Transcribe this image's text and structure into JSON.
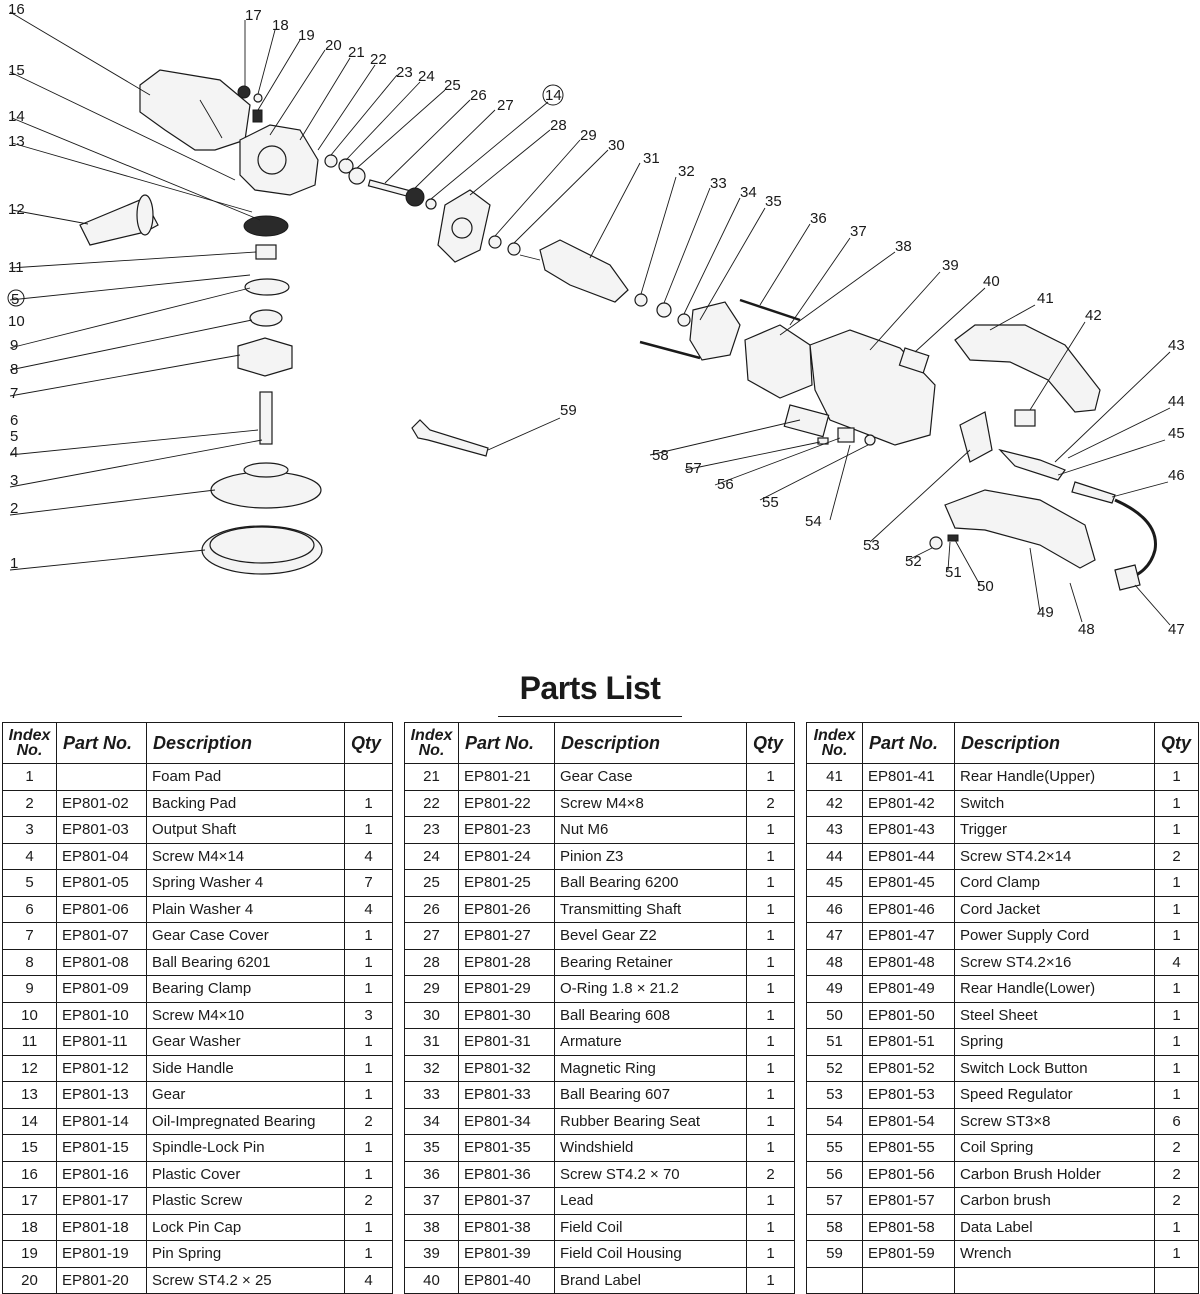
{
  "diagram": {
    "callouts": [
      "1",
      "2",
      "3",
      "4",
      "5",
      "6",
      "7",
      "8",
      "9",
      "10",
      "11",
      "12",
      "13",
      "14",
      "15",
      "16",
      "17",
      "18",
      "19",
      "20",
      "21",
      "22",
      "23",
      "24",
      "25",
      "26",
      "27",
      "28",
      "29",
      "30",
      "31",
      "32",
      "33",
      "34",
      "35",
      "36",
      "37",
      "38",
      "39",
      "40",
      "41",
      "42",
      "43",
      "44",
      "45",
      "46",
      "47",
      "48",
      "49",
      "50",
      "51",
      "52",
      "53",
      "54",
      "55",
      "56",
      "57",
      "58",
      "59",
      "5",
      "14"
    ]
  },
  "parts_list": {
    "title": "Parts List",
    "headers": {
      "index": "Index No.",
      "part_no": "Part No.",
      "description": "Description",
      "qty": "Qty"
    },
    "tables": [
      [
        {
          "index": "1",
          "part_no": "",
          "description": "Foam Pad",
          "qty": ""
        },
        {
          "index": "2",
          "part_no": "EP801-02",
          "description": "Backing Pad",
          "qty": "1"
        },
        {
          "index": "3",
          "part_no": "EP801-03",
          "description": "Output Shaft",
          "qty": "1"
        },
        {
          "index": "4",
          "part_no": "EP801-04",
          "description": "Screw M4×14",
          "qty": "4"
        },
        {
          "index": "5",
          "part_no": "EP801-05",
          "description": "Spring Washer 4",
          "qty": "7"
        },
        {
          "index": "6",
          "part_no": "EP801-06",
          "description": "Plain Washer 4",
          "qty": "4"
        },
        {
          "index": "7",
          "part_no": "EP801-07",
          "description": "Gear Case Cover",
          "qty": "1"
        },
        {
          "index": "8",
          "part_no": "EP801-08",
          "description": "Ball Bearing 6201",
          "qty": "1"
        },
        {
          "index": "9",
          "part_no": "EP801-09",
          "description": "Bearing Clamp",
          "qty": "1"
        },
        {
          "index": "10",
          "part_no": "EP801-10",
          "description": "Screw M4×10",
          "qty": "3"
        },
        {
          "index": "11",
          "part_no": "EP801-11",
          "description": "Gear Washer",
          "qty": "1"
        },
        {
          "index": "12",
          "part_no": "EP801-12",
          "description": "Side Handle",
          "qty": "1"
        },
        {
          "index": "13",
          "part_no": "EP801-13",
          "description": "Gear",
          "qty": "1"
        },
        {
          "index": "14",
          "part_no": "EP801-14",
          "description": "Oil-Impregnated Bearing",
          "qty": "2"
        },
        {
          "index": "15",
          "part_no": "EP801-15",
          "description": "Spindle-Lock Pin",
          "qty": "1"
        },
        {
          "index": "16",
          "part_no": "EP801-16",
          "description": "Plastic Cover",
          "qty": "1"
        },
        {
          "index": "17",
          "part_no": "EP801-17",
          "description": "Plastic Screw",
          "qty": "2"
        },
        {
          "index": "18",
          "part_no": "EP801-18",
          "description": "Lock Pin Cap",
          "qty": "1"
        },
        {
          "index": "19",
          "part_no": "EP801-19",
          "description": "Pin Spring",
          "qty": "1"
        },
        {
          "index": "20",
          "part_no": "EP801-20",
          "description": "Screw ST4.2 × 25",
          "qty": "4"
        }
      ],
      [
        {
          "index": "21",
          "part_no": "EP801-21",
          "description": "Gear Case",
          "qty": "1"
        },
        {
          "index": "22",
          "part_no": "EP801-22",
          "description": "Screw M4×8",
          "qty": "2"
        },
        {
          "index": "23",
          "part_no": "EP801-23",
          "description": "Nut M6",
          "qty": "1"
        },
        {
          "index": "24",
          "part_no": "EP801-24",
          "description": "Pinion Z3",
          "qty": "1"
        },
        {
          "index": "25",
          "part_no": "EP801-25",
          "description": "Ball Bearing 6200",
          "qty": "1"
        },
        {
          "index": "26",
          "part_no": "EP801-26",
          "description": "Transmitting Shaft",
          "qty": "1"
        },
        {
          "index": "27",
          "part_no": "EP801-27",
          "description": "Bevel Gear Z2",
          "qty": "1"
        },
        {
          "index": "28",
          "part_no": "EP801-28",
          "description": "Bearing Retainer",
          "qty": "1"
        },
        {
          "index": "29",
          "part_no": "EP801-29",
          "description": "O-Ring 1.8 × 21.2",
          "qty": "1"
        },
        {
          "index": "30",
          "part_no": "EP801-30",
          "description": "Ball Bearing 608",
          "qty": "1"
        },
        {
          "index": "31",
          "part_no": "EP801-31",
          "description": "Armature",
          "qty": "1"
        },
        {
          "index": "32",
          "part_no": "EP801-32",
          "description": "Magnetic Ring",
          "qty": "1"
        },
        {
          "index": "33",
          "part_no": "EP801-33",
          "description": "Ball Bearing 607",
          "qty": "1"
        },
        {
          "index": "34",
          "part_no": "EP801-34",
          "description": "Rubber Bearing Seat",
          "qty": "1"
        },
        {
          "index": "35",
          "part_no": "EP801-35",
          "description": "Windshield",
          "qty": "1"
        },
        {
          "index": "36",
          "part_no": "EP801-36",
          "description": "Screw ST4.2 × 70",
          "qty": "2"
        },
        {
          "index": "37",
          "part_no": "EP801-37",
          "description": "Lead",
          "qty": "1"
        },
        {
          "index": "38",
          "part_no": "EP801-38",
          "description": "Field Coil",
          "qty": "1"
        },
        {
          "index": "39",
          "part_no": "EP801-39",
          "description": "Field Coil Housing",
          "qty": "1"
        },
        {
          "index": "40",
          "part_no": "EP801-40",
          "description": "Brand Label",
          "qty": "1"
        }
      ],
      [
        {
          "index": "41",
          "part_no": "EP801-41",
          "description": "Rear Handle(Upper)",
          "qty": "1"
        },
        {
          "index": "42",
          "part_no": "EP801-42",
          "description": "Switch",
          "qty": "1"
        },
        {
          "index": "43",
          "part_no": "EP801-43",
          "description": "Trigger",
          "qty": "1"
        },
        {
          "index": "44",
          "part_no": "EP801-44",
          "description": "Screw ST4.2×14",
          "qty": "2"
        },
        {
          "index": "45",
          "part_no": "EP801-45",
          "description": "Cord Clamp",
          "qty": "1"
        },
        {
          "index": "46",
          "part_no": "EP801-46",
          "description": "Cord Jacket",
          "qty": "1"
        },
        {
          "index": "47",
          "part_no": "EP801-47",
          "description": "Power Supply Cord",
          "qty": "1"
        },
        {
          "index": "48",
          "part_no": "EP801-48",
          "description": "Screw ST4.2×16",
          "qty": "4"
        },
        {
          "index": "49",
          "part_no": "EP801-49",
          "description": "Rear Handle(Lower)",
          "qty": "1"
        },
        {
          "index": "50",
          "part_no": "EP801-50",
          "description": "Steel Sheet",
          "qty": "1"
        },
        {
          "index": "51",
          "part_no": "EP801-51",
          "description": "Spring",
          "qty": "1"
        },
        {
          "index": "52",
          "part_no": "EP801-52",
          "description": "Switch Lock Button",
          "qty": "1"
        },
        {
          "index": "53",
          "part_no": "EP801-53",
          "description": "Speed Regulator",
          "qty": "1"
        },
        {
          "index": "54",
          "part_no": "EP801-54",
          "description": "Screw ST3×8",
          "qty": "6"
        },
        {
          "index": "55",
          "part_no": "EP801-55",
          "description": "Coil Spring",
          "qty": "2"
        },
        {
          "index": "56",
          "part_no": "EP801-56",
          "description": "Carbon Brush Holder",
          "qty": "2"
        },
        {
          "index": "57",
          "part_no": "EP801-57",
          "description": "Carbon brush",
          "qty": "2"
        },
        {
          "index": "58",
          "part_no": "EP801-58",
          "description": "Data Label",
          "qty": "1"
        },
        {
          "index": "59",
          "part_no": "EP801-59",
          "description": "Wrench",
          "qty": "1"
        },
        {
          "index": "",
          "part_no": "",
          "description": "",
          "qty": ""
        }
      ]
    ]
  }
}
